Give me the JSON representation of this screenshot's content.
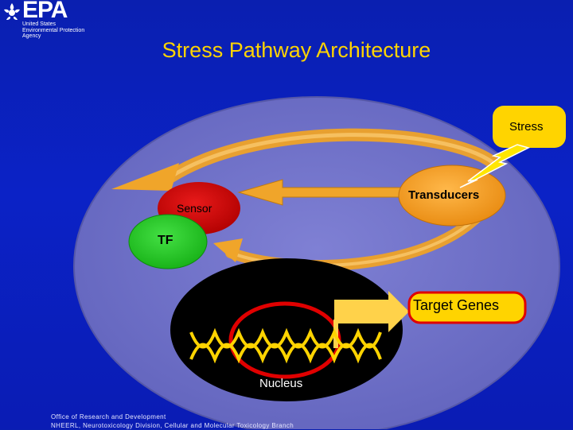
{
  "logo": {
    "wordmark": "EPA",
    "lines": [
      "United States",
      "Environmental Protection",
      "Agency"
    ]
  },
  "title": "Stress Pathway Architecture",
  "diagram": {
    "stress": "Stress",
    "sensor": "Sensor",
    "transducers": "Transducers",
    "tf": "TF",
    "target_genes": "Target Genes",
    "nucleus": "Nucleus"
  },
  "footer": {
    "line1": "Office of Research and Development",
    "line2": "NHEERL, Neurotoxicology Division, Cellular and Molecular Toxicology Branch"
  },
  "colors": {
    "background": "#0b22c6",
    "title": "#ffd400",
    "cell": "#6e70c8",
    "sensor": "#d80000",
    "tf": "#22c922",
    "transducers": "#f5a020",
    "arrow": "#f0a52a",
    "target_box": "#ffd24a",
    "stress_box": "#ffd400",
    "nucleus": "#000000",
    "ring": "#e00000"
  }
}
